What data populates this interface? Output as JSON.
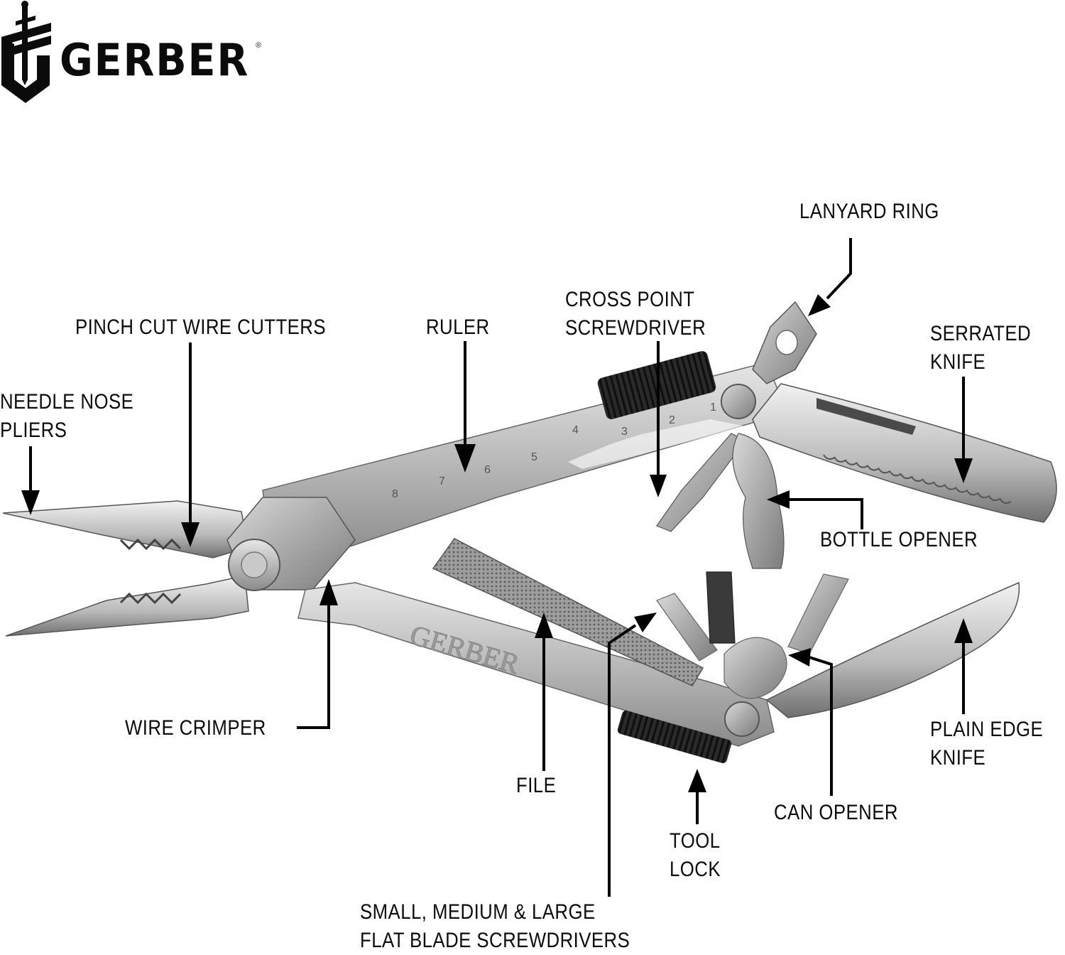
{
  "brand": {
    "name": "GERBER",
    "registered_mark": "®",
    "logo_icon": "sword-shield-icon"
  },
  "product": {
    "name": "Gerber multi-tool",
    "handle_engraving": "GERBER",
    "ruler_marks": [
      "8",
      "7",
      "6",
      "5",
      "4",
      "3",
      "2",
      "1"
    ]
  },
  "callouts": {
    "lanyard_ring": {
      "lines": [
        "LANYARD RING"
      ]
    },
    "cross_point_screwdriver": {
      "lines": [
        "CROSS POINT",
        "SCREWDRIVER"
      ]
    },
    "serrated_knife": {
      "lines": [
        "SERRATED",
        "KNIFE"
      ]
    },
    "pinch_cut_wire_cutters": {
      "lines": [
        "PINCH CUT WIRE CUTTERS"
      ]
    },
    "ruler": {
      "lines": [
        "RULER"
      ]
    },
    "needle_nose_pliers": {
      "lines": [
        "NEEDLE NOSE",
        "PLIERS"
      ]
    },
    "bottle_opener": {
      "lines": [
        "BOTTLE OPENER"
      ]
    },
    "wire_crimper": {
      "lines": [
        "WIRE CRIMPER"
      ]
    },
    "plain_edge_knife": {
      "lines": [
        "PLAIN EDGE",
        "KNIFE"
      ]
    },
    "file": {
      "lines": [
        "FILE"
      ]
    },
    "can_opener": {
      "lines": [
        "CAN OPENER"
      ]
    },
    "tool_lock": {
      "lines": [
        "TOOL",
        "LOCK"
      ]
    },
    "flat_blade_screwdrivers": {
      "lines": [
        "SMALL, MEDIUM & LARGE",
        "FLAT BLADE SCREWDRIVERS"
      ]
    }
  }
}
